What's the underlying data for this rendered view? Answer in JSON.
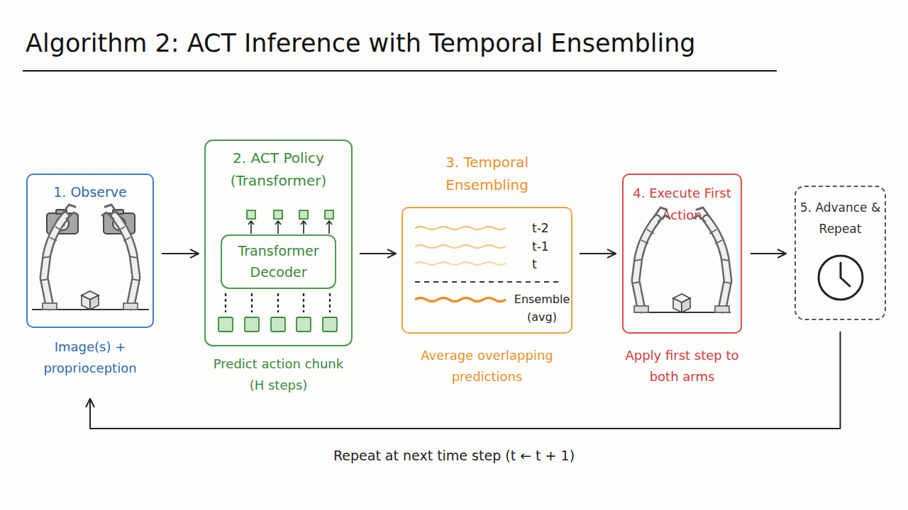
{
  "diagram": {
    "title": "Algorithm 2: ACT Inference with Temporal Ensembling",
    "nodes": [
      {
        "text": [
          "1. Observe",
          "Image(s) + proprioception"
        ]
      },
      {
        "text": [
          "2. ACT Policy (Transformer)",
          "Predict action chunk (H steps)"
        ]
      },
      {
        "text": [
          "Transformer Decoder"
        ],
        "in": 1
      },
      {
        "text": [
          "3. Temporal Ensembling",
          "t-2",
          "t-1",
          "t",
          "Ensemble (avg)",
          "Average overlapping predictions"
        ]
      },
      {
        "text": [
          "4. Execute First Action",
          "Apply first step to both arms"
        ]
      },
      {
        "text": [
          "5. Advance & Repeat"
        ]
      }
    ],
    "edges": [
      {
        "from": 0,
        "to": 1,
        "arrow": "to"
      },
      {
        "from": 1,
        "to": 3,
        "arrow": "to"
      },
      {
        "from": 3,
        "to": 4,
        "arrow": "to"
      },
      {
        "from": 4,
        "to": 5,
        "arrow": "to"
      },
      {
        "from": 5,
        "to": 0,
        "arrow": "to",
        "label": "Repeat at next time step (t ← t + 1)"
      }
    ]
  }
}
